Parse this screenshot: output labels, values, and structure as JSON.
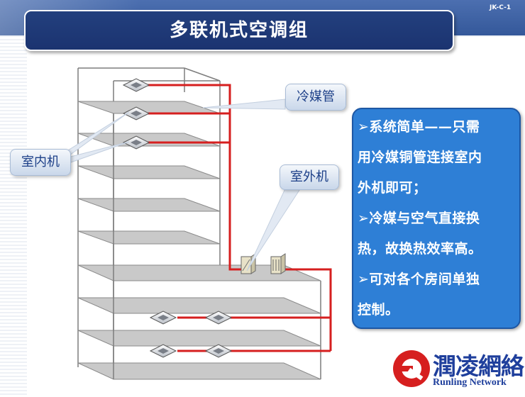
{
  "slide_code": "JK-C-1",
  "title": "多联机式空调组",
  "callouts": {
    "refrigerant_pipe": "冷媒管",
    "indoor_unit": "室内机",
    "outdoor_unit": "室外机"
  },
  "info": {
    "lines": [
      "➢系统简单——只需",
      "用冷媒铜管连接室内",
      "外机即可；",
      "➢冷媒与空气直接换",
      "热，故换热效率高。",
      "➢可对各个房间单独",
      "控制。"
    ]
  },
  "logo": {
    "name": "潤凌網絡",
    "english": "Runling Network"
  },
  "colors": {
    "title_bg": "#1b3370",
    "info_bg": "#2e7fd6",
    "pipe": "#d61f1f",
    "logo_red": "#d61f1f",
    "logo_blue": "#1f3f9c"
  }
}
